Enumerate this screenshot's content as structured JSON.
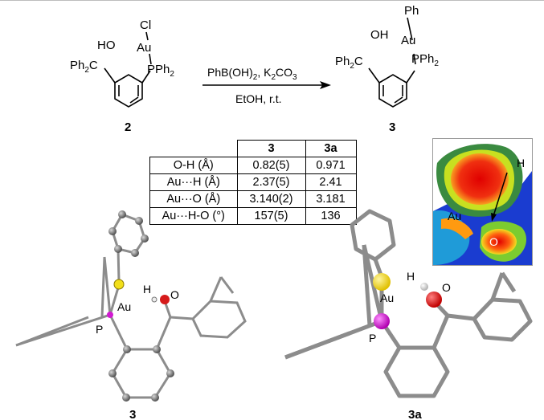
{
  "scheme": {
    "reactant": {
      "cl": "Cl",
      "ho": "HO",
      "au": "Au",
      "ph2c": "Ph",
      "sub2": "2",
      "c": "C",
      "p": "P",
      "ph2": "Ph",
      "sub2b": "2",
      "number": "2"
    },
    "reagents": {
      "line1_a": "PhB(OH)",
      "line1_sub": "2",
      "line1_b": ", K",
      "line1_sub2": "2",
      "line1_c": "CO",
      "line1_sub3": "3",
      "line2": "EtOH, r.t."
    },
    "product": {
      "ph": "Ph",
      "oh": "OH",
      "au": "Au",
      "ph2c": "Ph",
      "sub2": "2",
      "c": "C",
      "p": "P",
      "ph2": "Ph",
      "sub2b": "2",
      "number": "3"
    }
  },
  "table": {
    "headers": [
      "3",
      "3a"
    ],
    "rows": [
      {
        "label": "O-H (Å)",
        "v3": "0.82(5)",
        "v3a": "0.971"
      },
      {
        "label": "Au···H (Å)",
        "v3": "2.37(5)",
        "v3a": "2.41"
      },
      {
        "label": "Au···O (Å)",
        "v3": "3.140(2)",
        "v3a": "3.181"
      },
      {
        "label": "Au···H-O (°)",
        "v3": "157(5)",
        "v3a": "136"
      }
    ]
  },
  "epm": {
    "h_label": "H",
    "au_label": "Au",
    "o_label": "O"
  },
  "left_structure": {
    "au": "Au",
    "h": "H",
    "o": "O",
    "p": "P",
    "label": "3"
  },
  "right_structure": {
    "au": "Au",
    "h": "H",
    "o": "O",
    "p": "P",
    "label": "3a"
  },
  "colors": {
    "gold": "#f2df1a",
    "oxygen": "#d61a1a",
    "phosphorus": "#d11ad1",
    "bond_grey": "#8c8c8c"
  }
}
